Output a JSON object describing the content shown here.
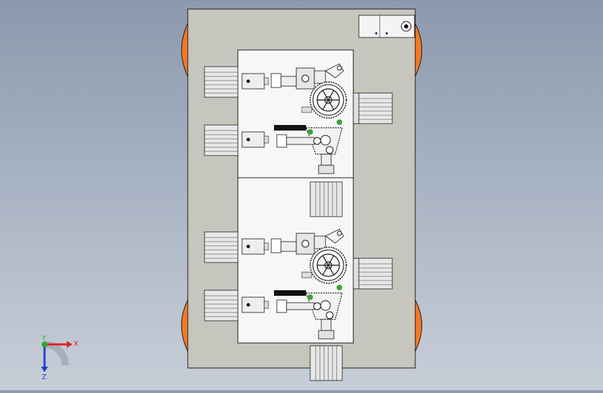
{
  "viewport": {
    "background_top": "#8c99ad",
    "background_bottom": "#c8ced8"
  },
  "model": {
    "plate_color": "#c6c6bf",
    "edge_color": "#1a1a1a",
    "wheel_color": "#f07a26",
    "cylinder_color": "#e6e6e6",
    "highlight_color": "#3aa23a",
    "stations": 2
  },
  "triad": {
    "x_label": "X",
    "y_label": "Y",
    "z_label": "Z",
    "x_color": "#e02020",
    "y_color": "#20b020",
    "z_color": "#2040d0"
  }
}
